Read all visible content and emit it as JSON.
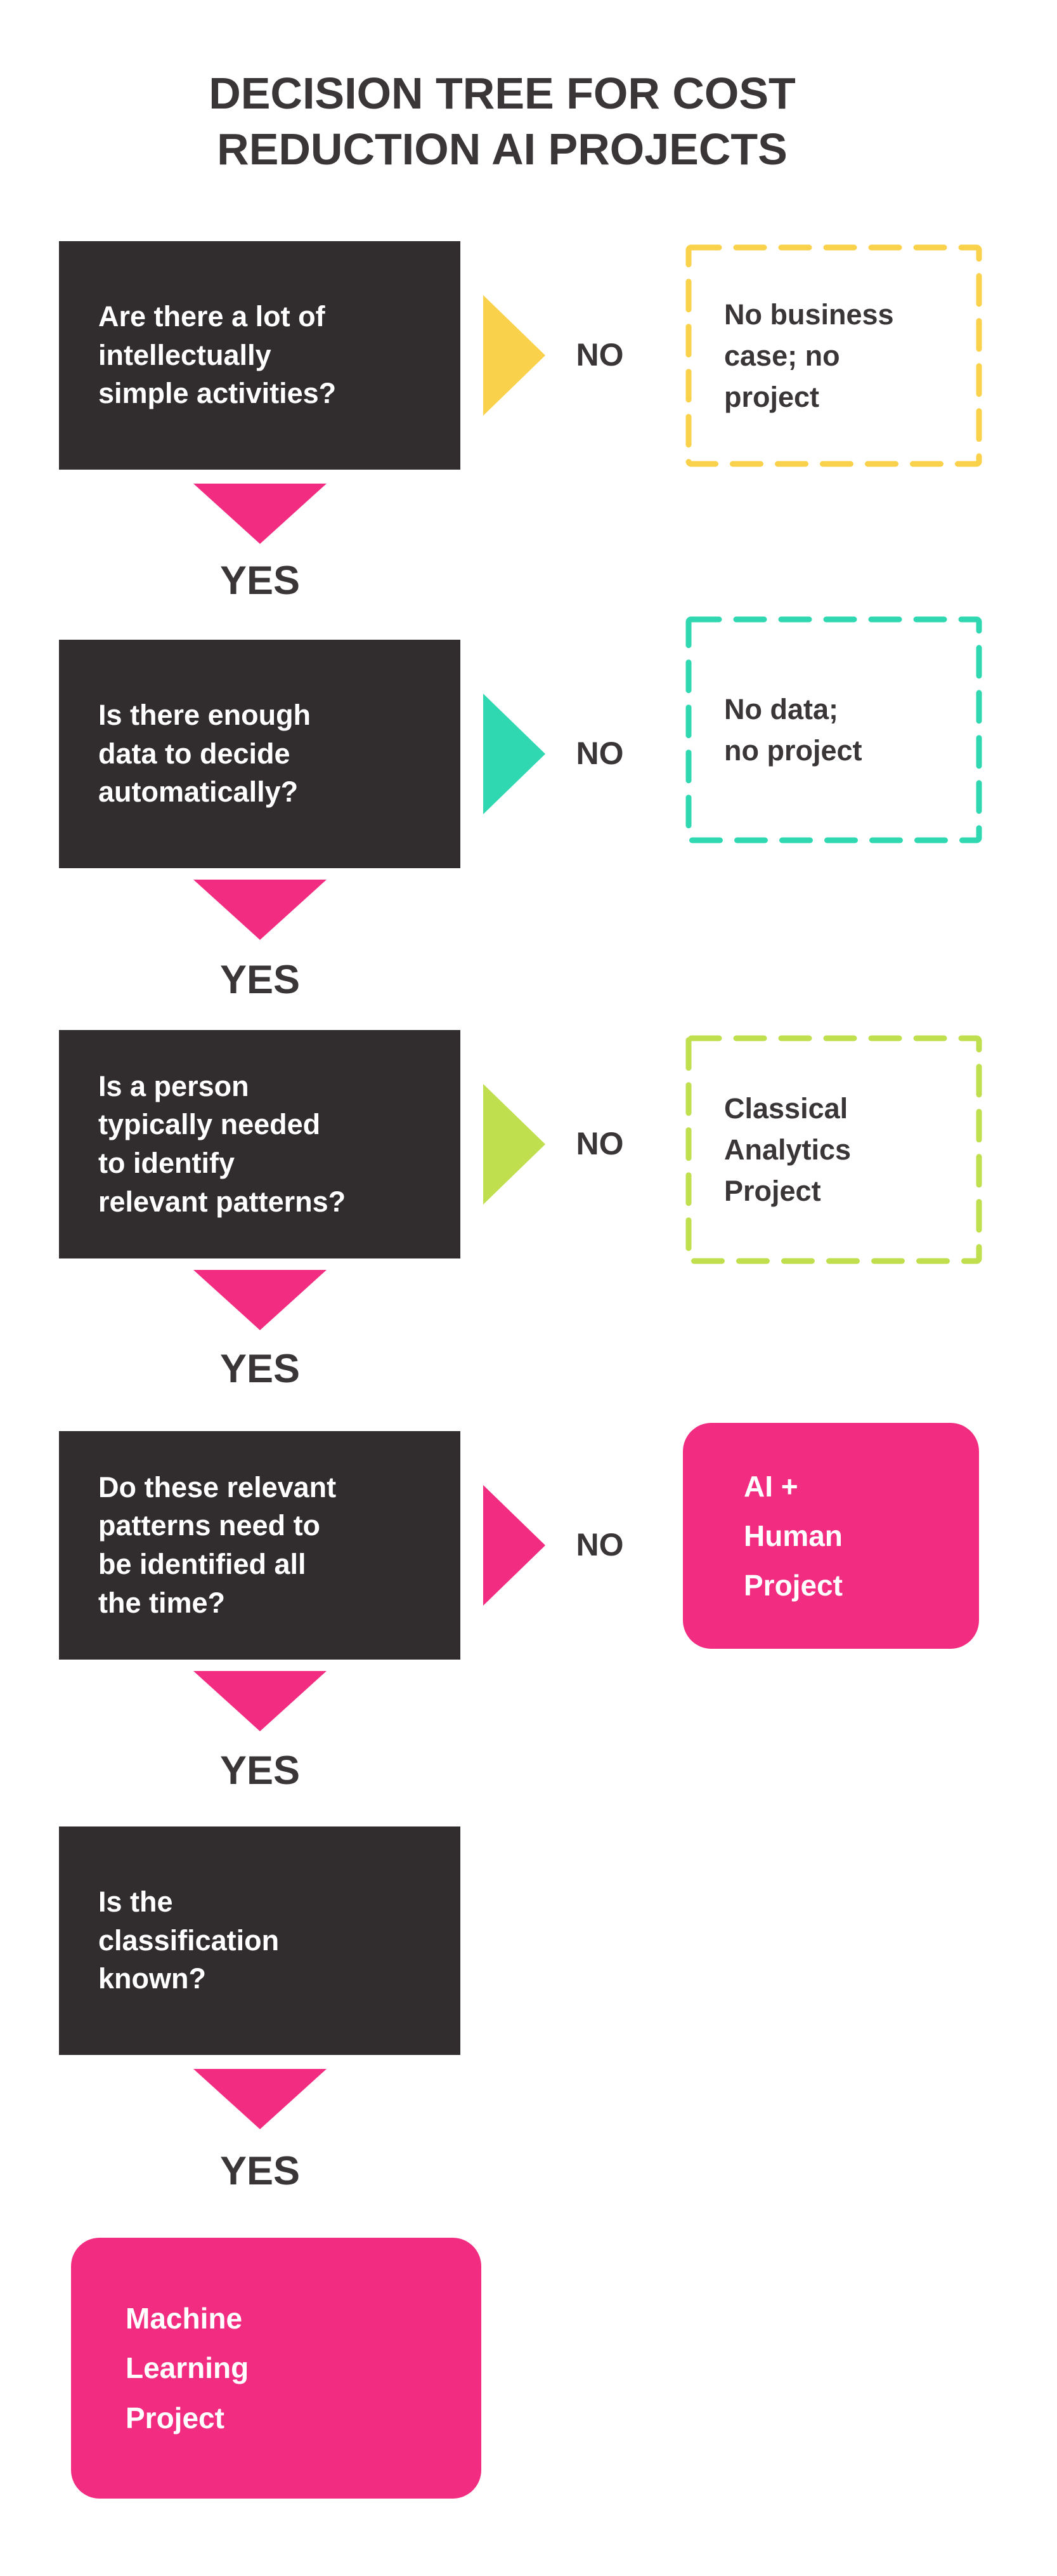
{
  "title": "DECISION TREE FOR COST\nREDUCTION AI PROJECTS",
  "colors": {
    "ink": "#3A3637",
    "node-dark": "#312D2E",
    "pink": "#F22C81",
    "yellow": "#FAD14B",
    "teal": "#2FD8B1",
    "lime": "#C0DF4F",
    "white": "#FFFFFF"
  },
  "steps": [
    {
      "question": "Are there a lot of\nintellectually\nsimple activities?",
      "no_label": "NO",
      "yes_label": "YES",
      "no_result": "No business\ncase; no\nproject",
      "no_result_style": "dashed-yellow"
    },
    {
      "question": "Is there enough\ndata to decide\nautomatically?",
      "no_label": "NO",
      "yes_label": "YES",
      "no_result": "No data;\nno project",
      "no_result_style": "dashed-teal"
    },
    {
      "question": "Is a person\ntypically needed\nto identify\nrelevant patterns?",
      "no_label": "NO",
      "yes_label": "YES",
      "no_result": "Classical\nAnalytics\nProject",
      "no_result_style": "dashed-lime"
    },
    {
      "question": "Do these relevant\npatterns need to\nbe identified all\nthe time?",
      "no_label": "NO",
      "yes_label": "YES",
      "no_result": "AI +\nHuman\nProject",
      "no_result_style": "solid-pink"
    },
    {
      "question": "Is the\nclassification\nknown?",
      "yes_label": "YES"
    }
  ],
  "final_outcome": "Machine\nLearning\nProject"
}
